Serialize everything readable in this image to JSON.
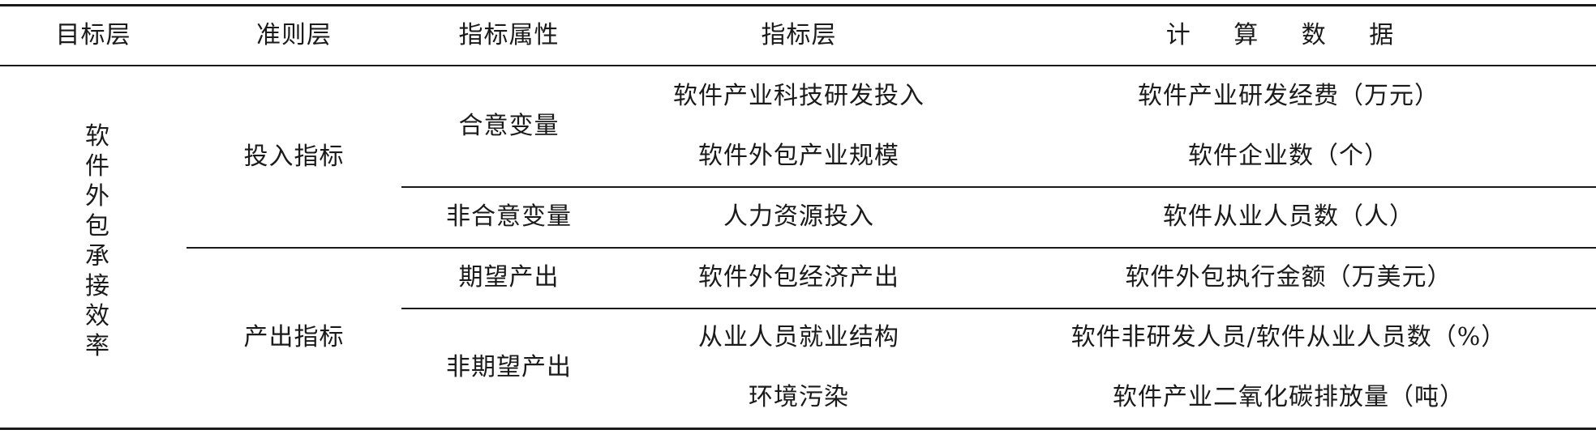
{
  "headers": {
    "target_layer": "目标层",
    "criterion_layer": "准则层",
    "attribute": "指标属性",
    "indicator_layer": "指标层",
    "calc_data": "计 算 数 据"
  },
  "target": "软件外包承接效率",
  "criteria": {
    "input": "投入指标",
    "output": "产出指标"
  },
  "attributes": {
    "discretionary": "合意变量",
    "non_discretionary": "非合意变量",
    "desired_output": "期望产出",
    "undesired_output": "非期望产出"
  },
  "rows": [
    {
      "indicator": "软件产业科技研发投入",
      "data": "软件产业研发经费（万元）"
    },
    {
      "indicator": "软件外包产业规模",
      "data": "软件企业数（个）"
    },
    {
      "indicator": "人力资源投入",
      "data": "软件从业人员数（人）"
    },
    {
      "indicator": "软件外包经济产出",
      "data": "软件外包执行金额（万美元）"
    },
    {
      "indicator": "从业人员就业结构",
      "data": "软件非研发人员/软件从业人员数（%）"
    },
    {
      "indicator": "环境污染",
      "data": "软件产业二氧化碳排放量（吨）"
    }
  ]
}
